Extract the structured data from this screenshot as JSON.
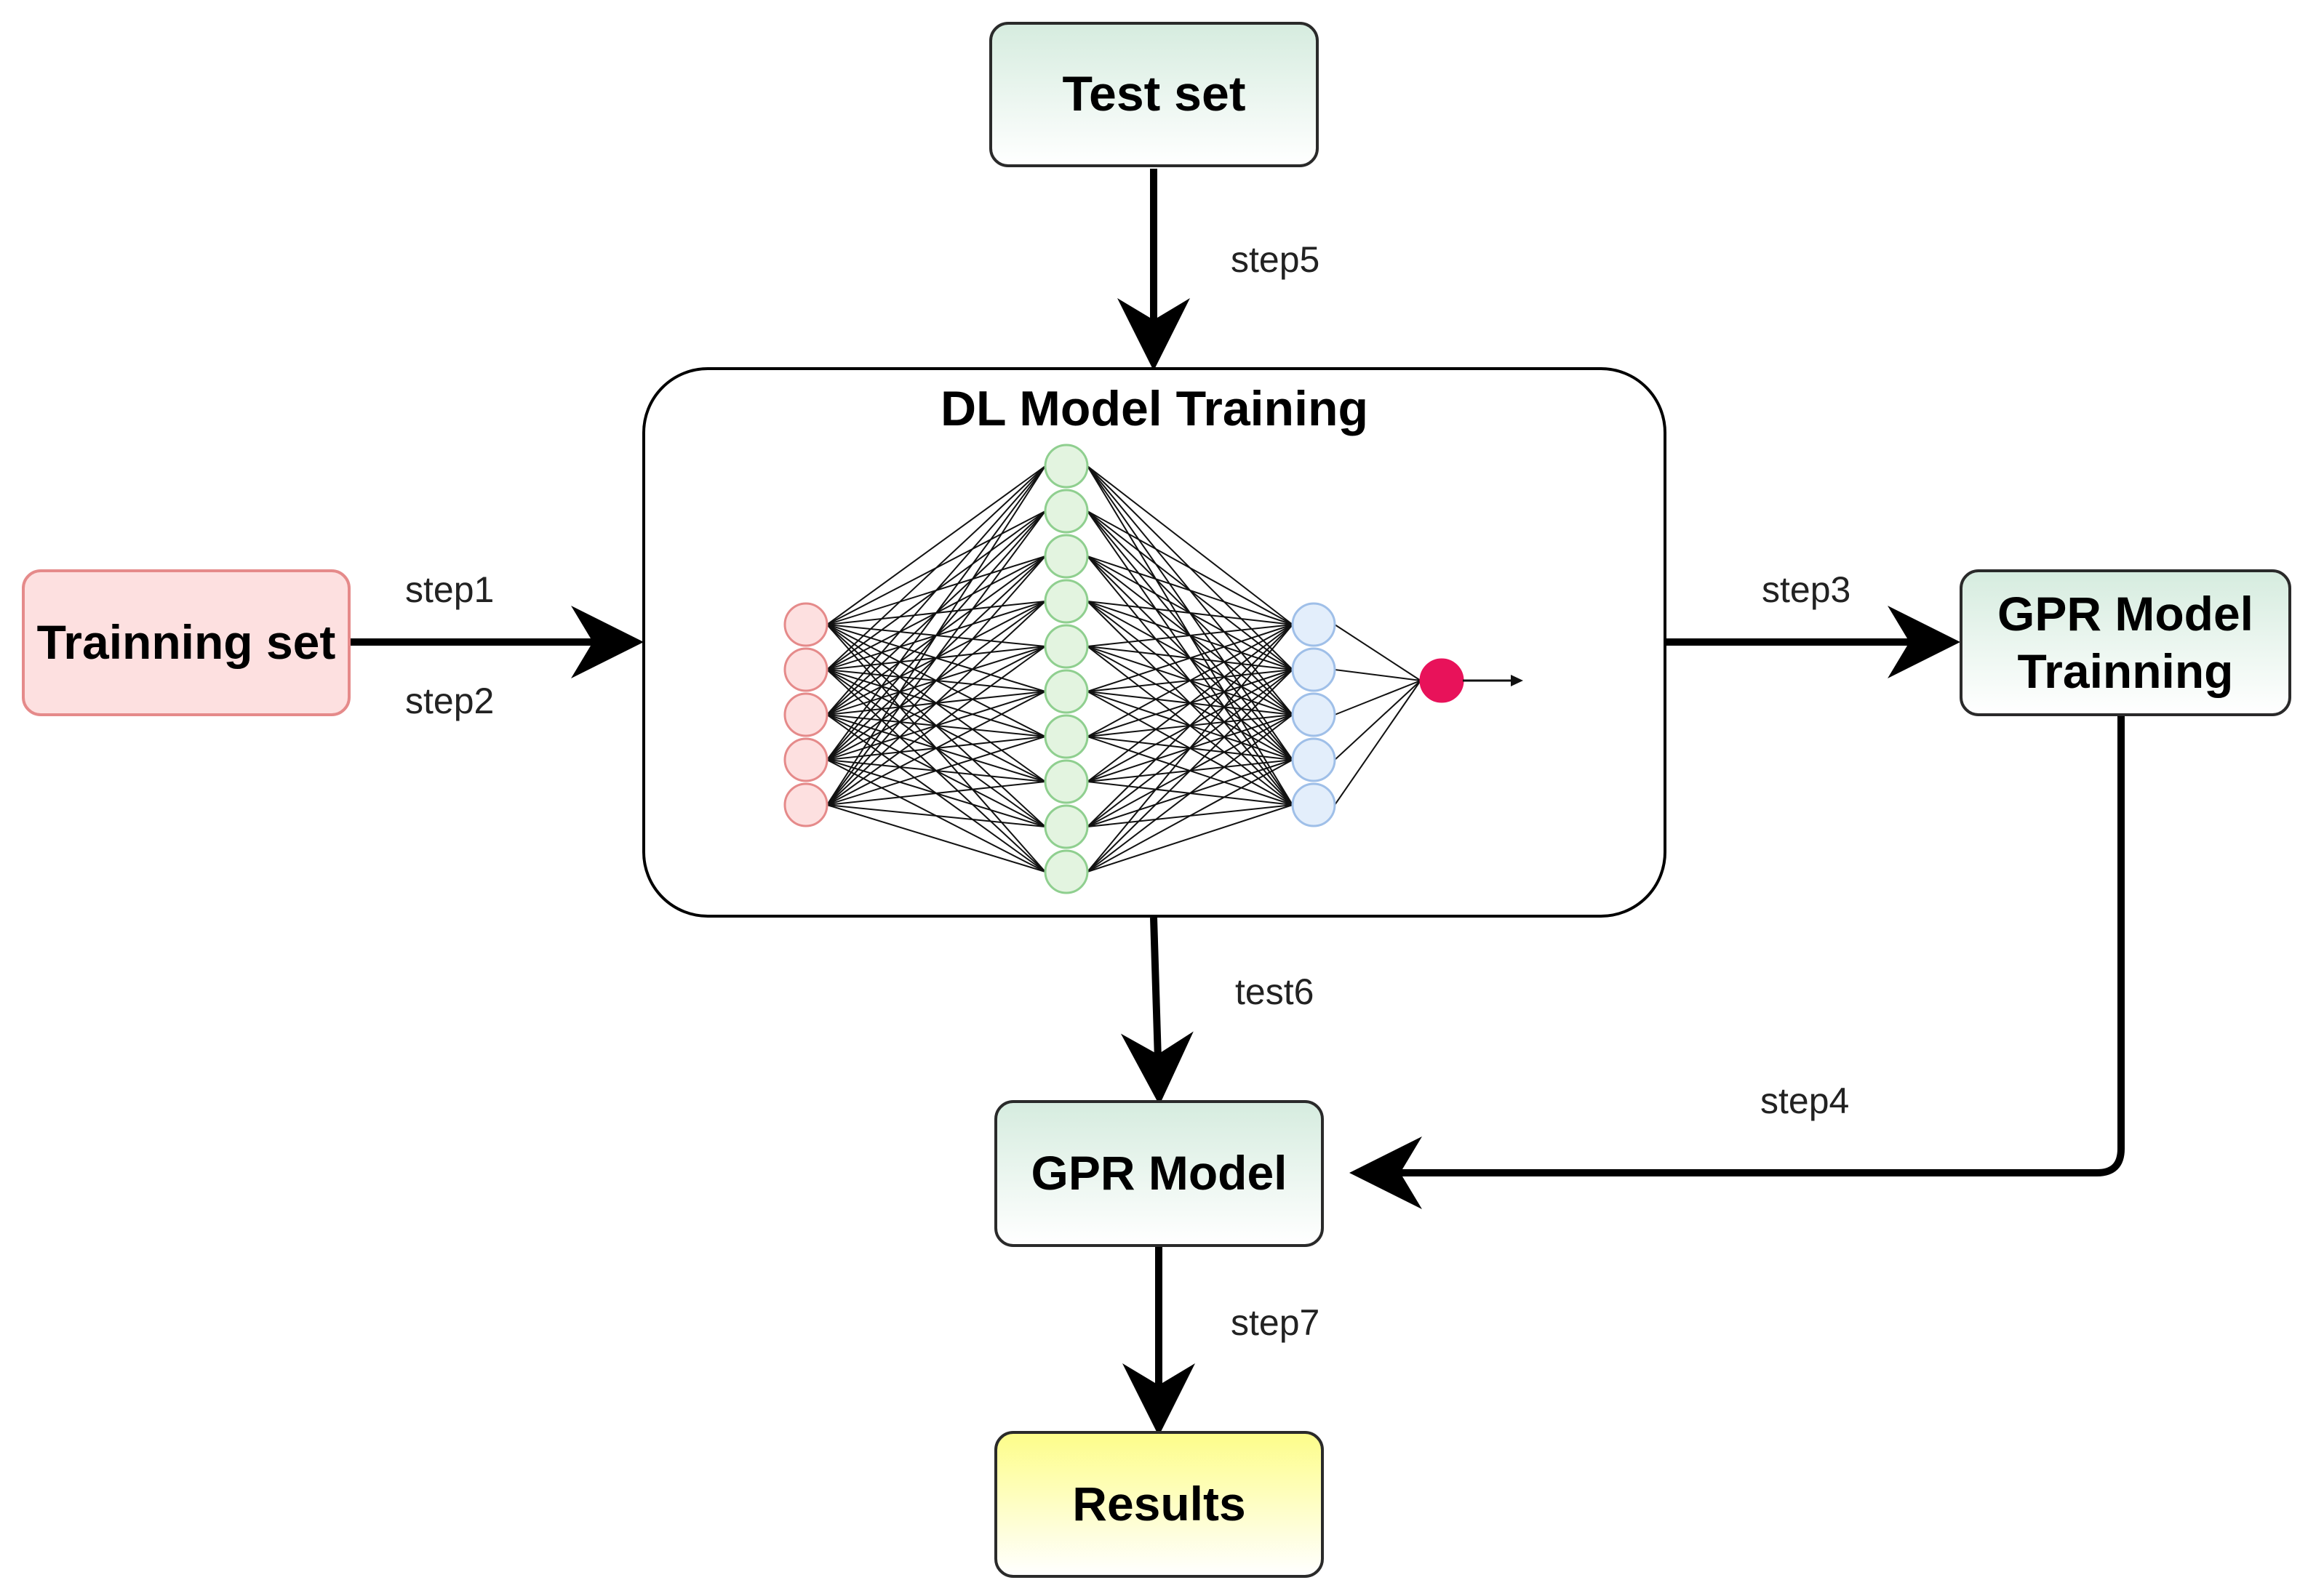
{
  "nodes": {
    "test_set": "Test set",
    "training_set": "Trainning set",
    "dl_model_training": "DL Model Training",
    "gpr_model_training": "GPR Model Trainning",
    "gpr_model": "GPR Model",
    "results": "Results"
  },
  "edges": {
    "step1": "step1",
    "step2": "step2",
    "step3": "step3",
    "step4": "step4",
    "step5": "step5",
    "test6": "test6",
    "step7": "step7"
  },
  "network": {
    "layer_sizes": [
      5,
      10,
      5,
      1
    ],
    "layer_colors": [
      "#e58a8a",
      "#8fcf8f",
      "#9fbfe8",
      "#e8125a"
    ],
    "layer_fills": [
      "#fde0e0",
      "#e3f4e0",
      "#e3eefb",
      "#e8125a"
    ]
  },
  "colors": {
    "green_fill": "#d6ecdf",
    "pink_fill": "#fde0e0",
    "pink_border": "#e58a8a",
    "yellow_fill": "#fdfd8a",
    "arrow": "#000000"
  }
}
